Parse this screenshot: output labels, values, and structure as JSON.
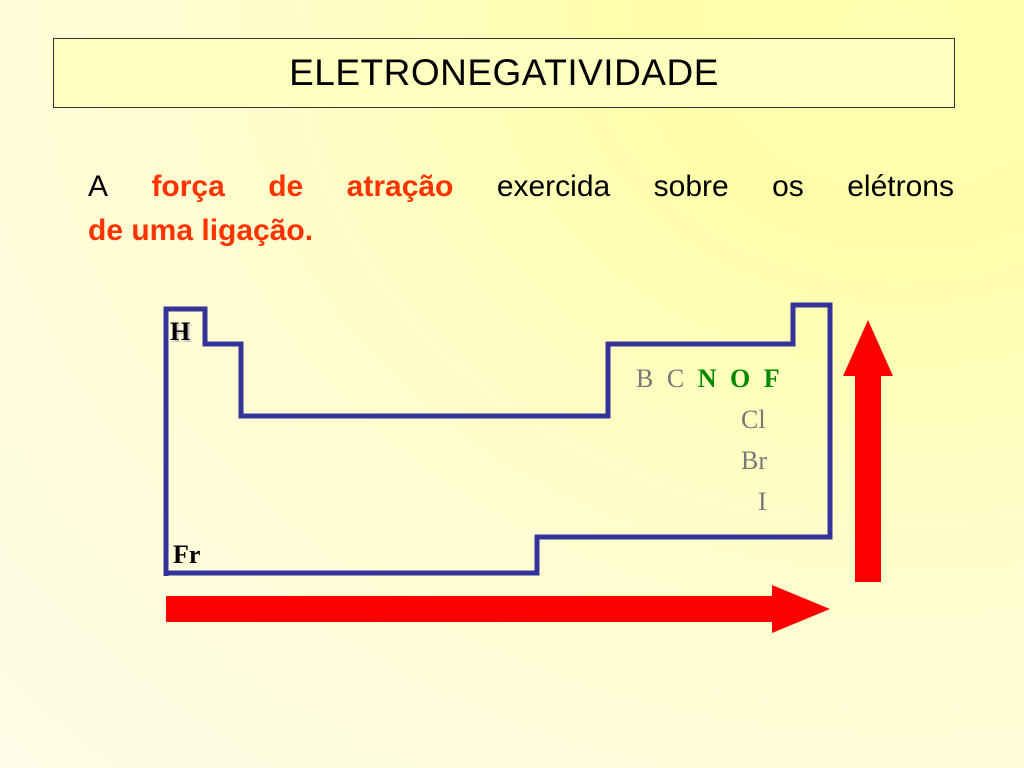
{
  "title": "ELETRONEGATIVIDADE",
  "definition": {
    "w1": "A",
    "w2": "força",
    "w3": "de",
    "w4": "atração",
    "w5": "exercida",
    "w6": "sobre",
    "w7": "os",
    "w8": "elétrons",
    "line2": "de uma ligação."
  },
  "elements": {
    "h": "H",
    "fr": "Fr",
    "b": "B",
    "c": "C",
    "n": "N",
    "o": "O",
    "f": "F",
    "cl": "Cl",
    "br": "Br",
    "i": "I"
  },
  "colors": {
    "outline": "#333399",
    "arrow": "#ff0000",
    "gray_element": "#777777",
    "green_element": "#008800",
    "highlight_text": "#ff3300"
  }
}
